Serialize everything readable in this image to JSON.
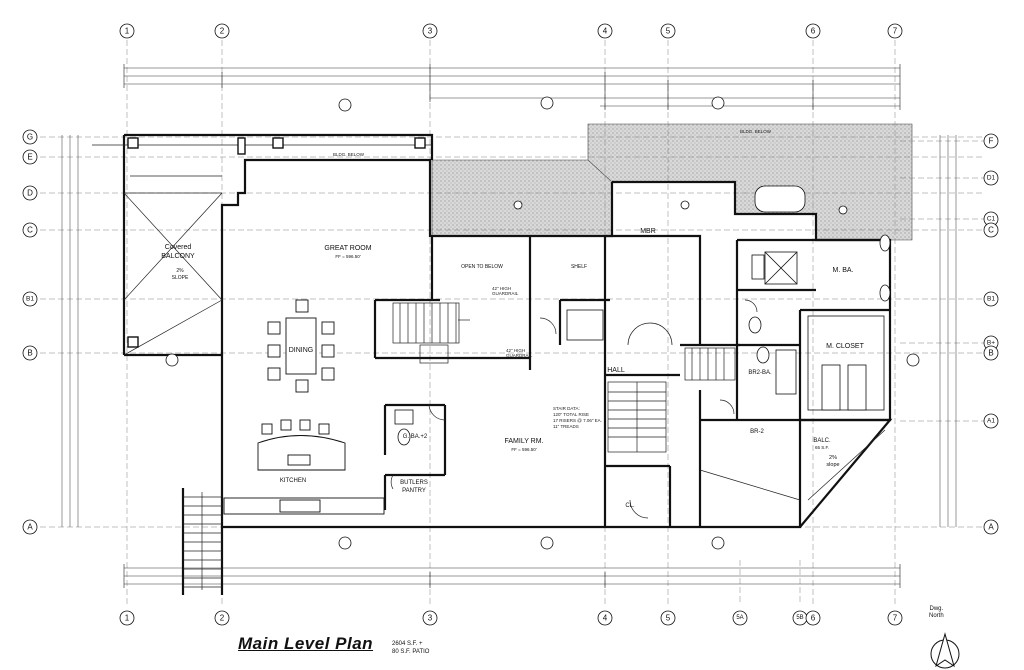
{
  "title": "Main Level Plan",
  "area_lines": [
    "2604 S.F. +",
    "80 S.F. PATIO"
  ],
  "north_label": [
    "Dwg.",
    "North"
  ],
  "grid_columns_top": [
    "1",
    "2",
    "3",
    "4",
    "5",
    "6",
    "7"
  ],
  "grid_columns_bottom": [
    "1",
    "2",
    "3",
    "4",
    "5",
    "5A",
    "5B",
    "6",
    "7"
  ],
  "grid_rows_left": [
    "G",
    "E",
    "D",
    "C",
    "B1",
    "B",
    "A"
  ],
  "grid_rows_right": [
    "F",
    "D1",
    "C1",
    "C",
    "B1",
    "B+",
    "B",
    "A1",
    "A"
  ],
  "rooms": {
    "covered_balcony": [
      "Covered",
      "BALCONY"
    ],
    "slope": [
      "2%",
      "SLOPE"
    ],
    "great_room": [
      "GREAT ROOM",
      "FF = 596.50'"
    ],
    "open_to_below": "OPEN TO BELOW",
    "shelf": "SHELF",
    "mbr": "MBR",
    "m_ba": "M. BA.",
    "m_closet": "M. CLOSET",
    "dining": "DINING",
    "hall": "HALL",
    "br2_ba": "BR2-BA.",
    "br2": "BR-2",
    "balc": [
      "BALC.",
      "65 S.F."
    ],
    "balc_slope": [
      "2%",
      "slope"
    ],
    "g_ba": "G. BA.+2",
    "family_rm": [
      "FAMILY RM.",
      "FF = 596.50'"
    ],
    "kitchen": "KITCHEN",
    "butlers_pantry": [
      "BUTLERS",
      "PANTRY"
    ],
    "cl": "CL.",
    "stair_data": [
      "STAIR DATA:",
      "120\" TOTAL RISE",
      "17 RISERS @ 7.06\" EA.",
      "11\" TREADS"
    ],
    "bldg_below": "BLDG. BELOW",
    "guardrail": [
      "42\" HIGH",
      "GUARDRAIL"
    ]
  }
}
